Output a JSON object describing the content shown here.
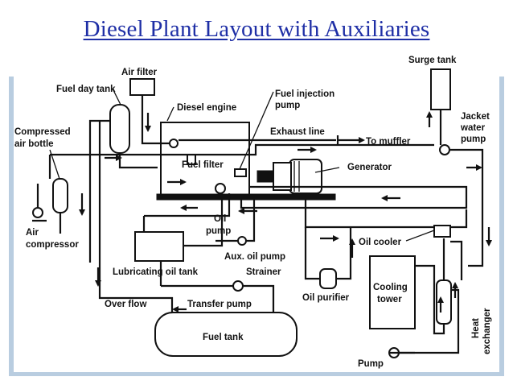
{
  "title": "Diesel Plant Layout with Auxiliaries",
  "labels": {
    "air_filter": "Air filter",
    "fuel_day_tank": "Fuel day tank",
    "diesel_engine": "Diesel engine",
    "fuel_injection_pump_1": "Fuel injection",
    "fuel_injection_pump_2": "pump",
    "surge_tank": "Surge tank",
    "jacket_water_pump_1": "Jacket",
    "jacket_water_pump_2": "water",
    "jacket_water_pump_3": "pump",
    "compressed_air_bottle_1": "Compressed",
    "compressed_air_bottle_2": "air bottle",
    "exhaust_line": "Exhaust line",
    "to_muffler": "To muffler",
    "fuel_filter": "Fuel filter",
    "generator": "Generator",
    "air_compressor_1": "Air",
    "air_compressor_2": "compressor",
    "oil_pump_1": "Oil",
    "oil_pump_2": "pump",
    "oil_cooler": "Oil cooler",
    "aux_oil_pump": "Aux. oil pump",
    "lubricating_oil_tank": "Lubricating oil tank",
    "strainer": "Strainer",
    "cooling_tower_1": "Cooling",
    "cooling_tower_2": "tower",
    "oil_purifier": "Oil purifier",
    "over_flow": "Over flow",
    "transfer_pump": "Transfer pump",
    "heat_exchanger_1": "Heat",
    "heat_exchanger_2": "exchanger",
    "fuel_tank": "Fuel tank",
    "pump": "Pump"
  }
}
